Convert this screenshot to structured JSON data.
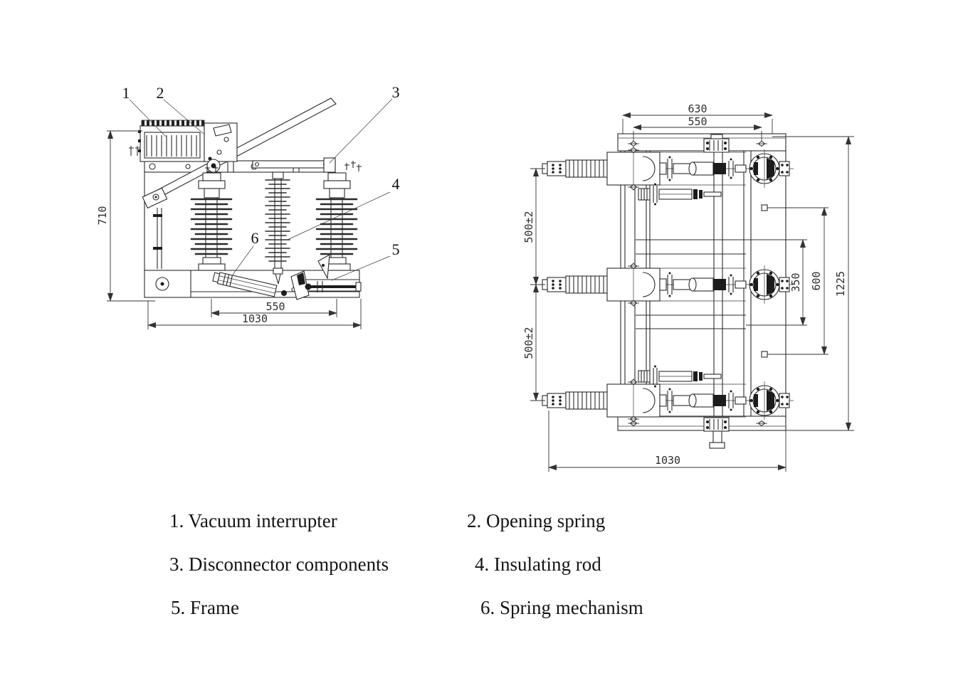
{
  "figure": {
    "type": "technical-drawing",
    "subject": "Outdoor high-voltage vacuum circuit breaker / disconnector — side view, plan view and parts legend"
  },
  "side_view": {
    "callouts": [
      "1",
      "2",
      "3",
      "4",
      "5",
      "6"
    ],
    "dims": {
      "height": "710",
      "pole_spacing": "550",
      "overall_width": "1030"
    }
  },
  "top_view": {
    "dims": {
      "width_outer": "630",
      "width_inner": "550",
      "phase_pitch_a": "500±2",
      "phase_pitch_b": "500±2",
      "offset_small": "350",
      "offset_mid": "600",
      "height_overall": "1225",
      "width_bottom": "1030"
    }
  },
  "legend": {
    "items": [
      {
        "label": "1. Vacuum interrupter"
      },
      {
        "label": "2. Opening spring"
      },
      {
        "label": "3. Disconnector components"
      },
      {
        "label": "4. Insulating rod"
      },
      {
        "label": "5. Frame"
      },
      {
        "label": "6. Spring mechanism"
      }
    ]
  }
}
